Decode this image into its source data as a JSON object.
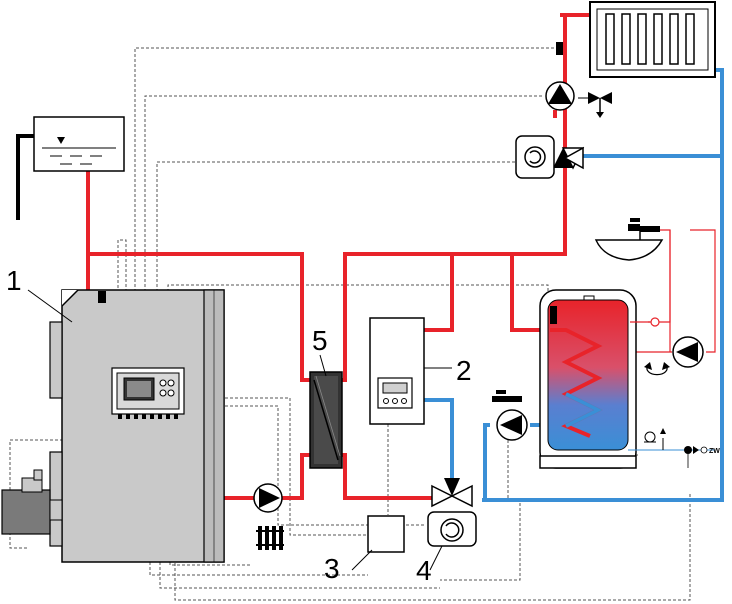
{
  "labels": {
    "boiler": "1",
    "storage_heater": "2",
    "controller": "3",
    "valve_actuator": "4",
    "heat_exchanger": "5",
    "cold_water": "ZW"
  },
  "colors": {
    "supply": "#e8232a",
    "return": "#3a8fd6",
    "signal": "#555555",
    "unit_fill": "#c9c9c9",
    "outline": "#000000"
  },
  "icons": {
    "expansion_tank": "expansion-tank-icon",
    "radiator": "radiator-icon",
    "pump": "pump-icon",
    "mixing_valve": "three-way-valve-icon",
    "tap": "tap-icon",
    "sink": "sink-icon",
    "dhw_tank": "hot-water-cylinder-icon"
  }
}
